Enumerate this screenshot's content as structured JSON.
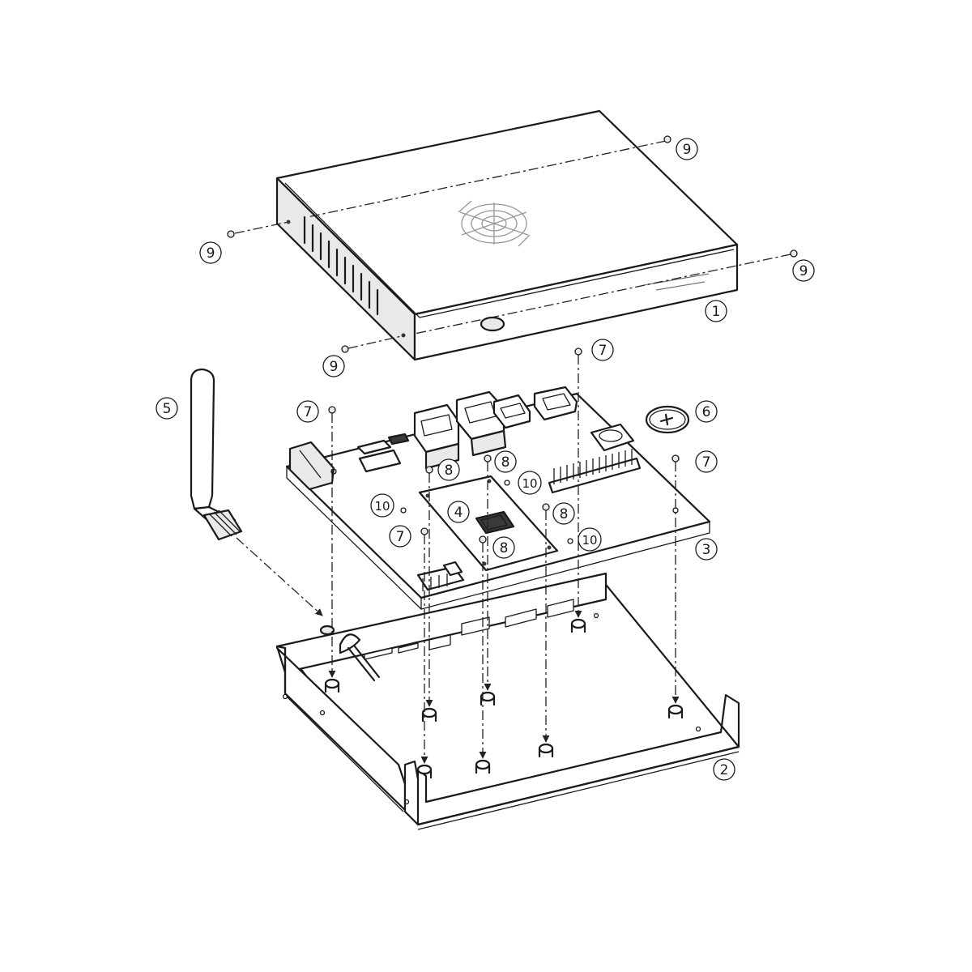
{
  "callouts": [
    {
      "id": "top-cover",
      "label": "1"
    },
    {
      "id": "bottom-tray",
      "label": "2"
    },
    {
      "id": "main-board",
      "label": "3"
    },
    {
      "id": "heatsink-chip",
      "label": "4"
    },
    {
      "id": "antenna",
      "label": "5"
    },
    {
      "id": "coin-battery",
      "label": "6"
    },
    {
      "id": "board-screw",
      "label": "7"
    },
    {
      "id": "standoff-screw",
      "label": "8"
    },
    {
      "id": "cover-screw",
      "label": "9"
    },
    {
      "id": "mount-hole",
      "label": "10"
    }
  ]
}
